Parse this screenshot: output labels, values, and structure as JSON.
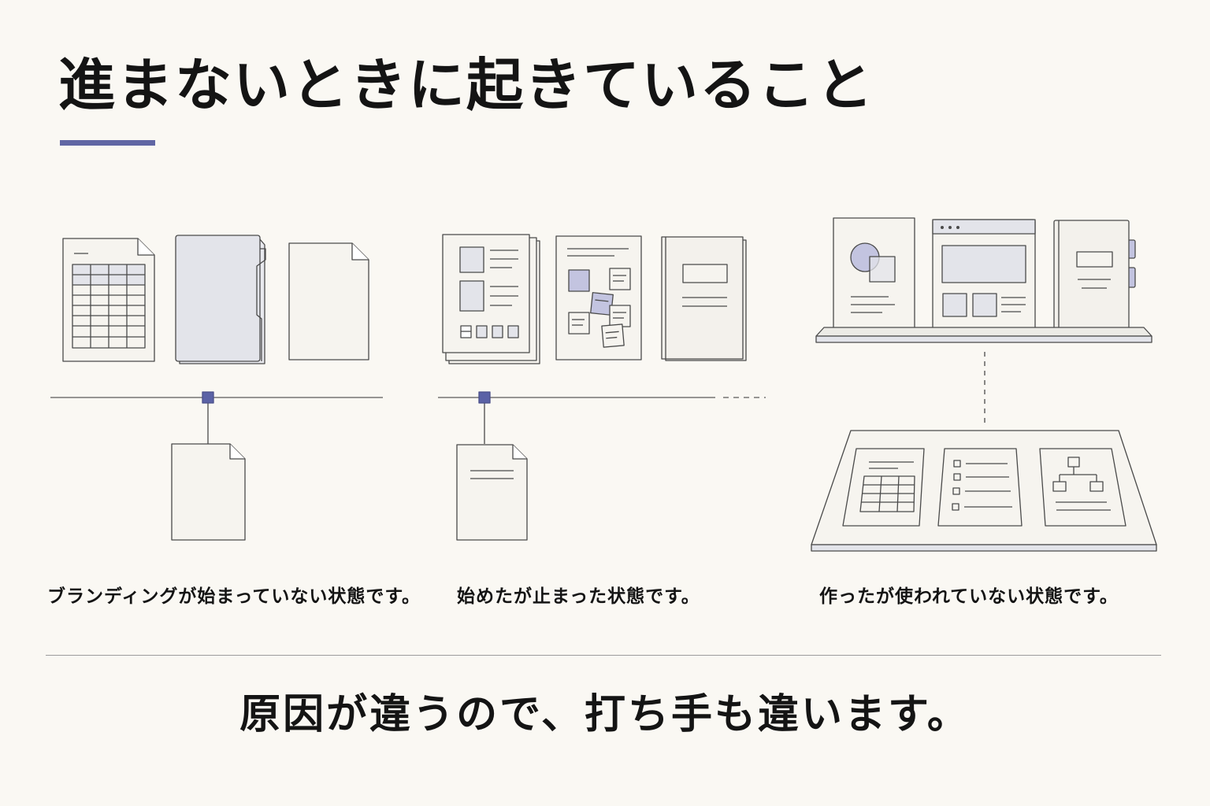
{
  "title": "進まないときに起きていること",
  "colors": {
    "accent": "#6066a4",
    "accent_light": "#c3c4e0",
    "line": "#4a4a4a",
    "paper": "#f6f4ef",
    "paper_gray": "#e3e4ea",
    "background": "#faf8f3"
  },
  "panels": [
    {
      "caption": "ブランディングが始まっていない状態です。",
      "icons": [
        "spreadsheet-doc-icon",
        "file-folder-icon",
        "blank-doc-icon",
        "blank-doc-on-timeline-icon"
      ]
    },
    {
      "caption": "始めたが止まった状態です。",
      "icons": [
        "layout-doc-stack-icon",
        "sticky-notes-board-icon",
        "closed-notebook-icon",
        "text-doc-on-timeline-icon"
      ]
    },
    {
      "caption": "作ったが使われていない状態です。",
      "icons": [
        "poster-icon",
        "browser-window-icon",
        "tabbed-binder-icon",
        "shelf-icon",
        "desk-tray-icon",
        "table-sheet-icon",
        "checklist-sheet-icon",
        "flowchart-sheet-icon"
      ]
    }
  ],
  "conclusion": "原因が違うので、打ち手も違います。"
}
